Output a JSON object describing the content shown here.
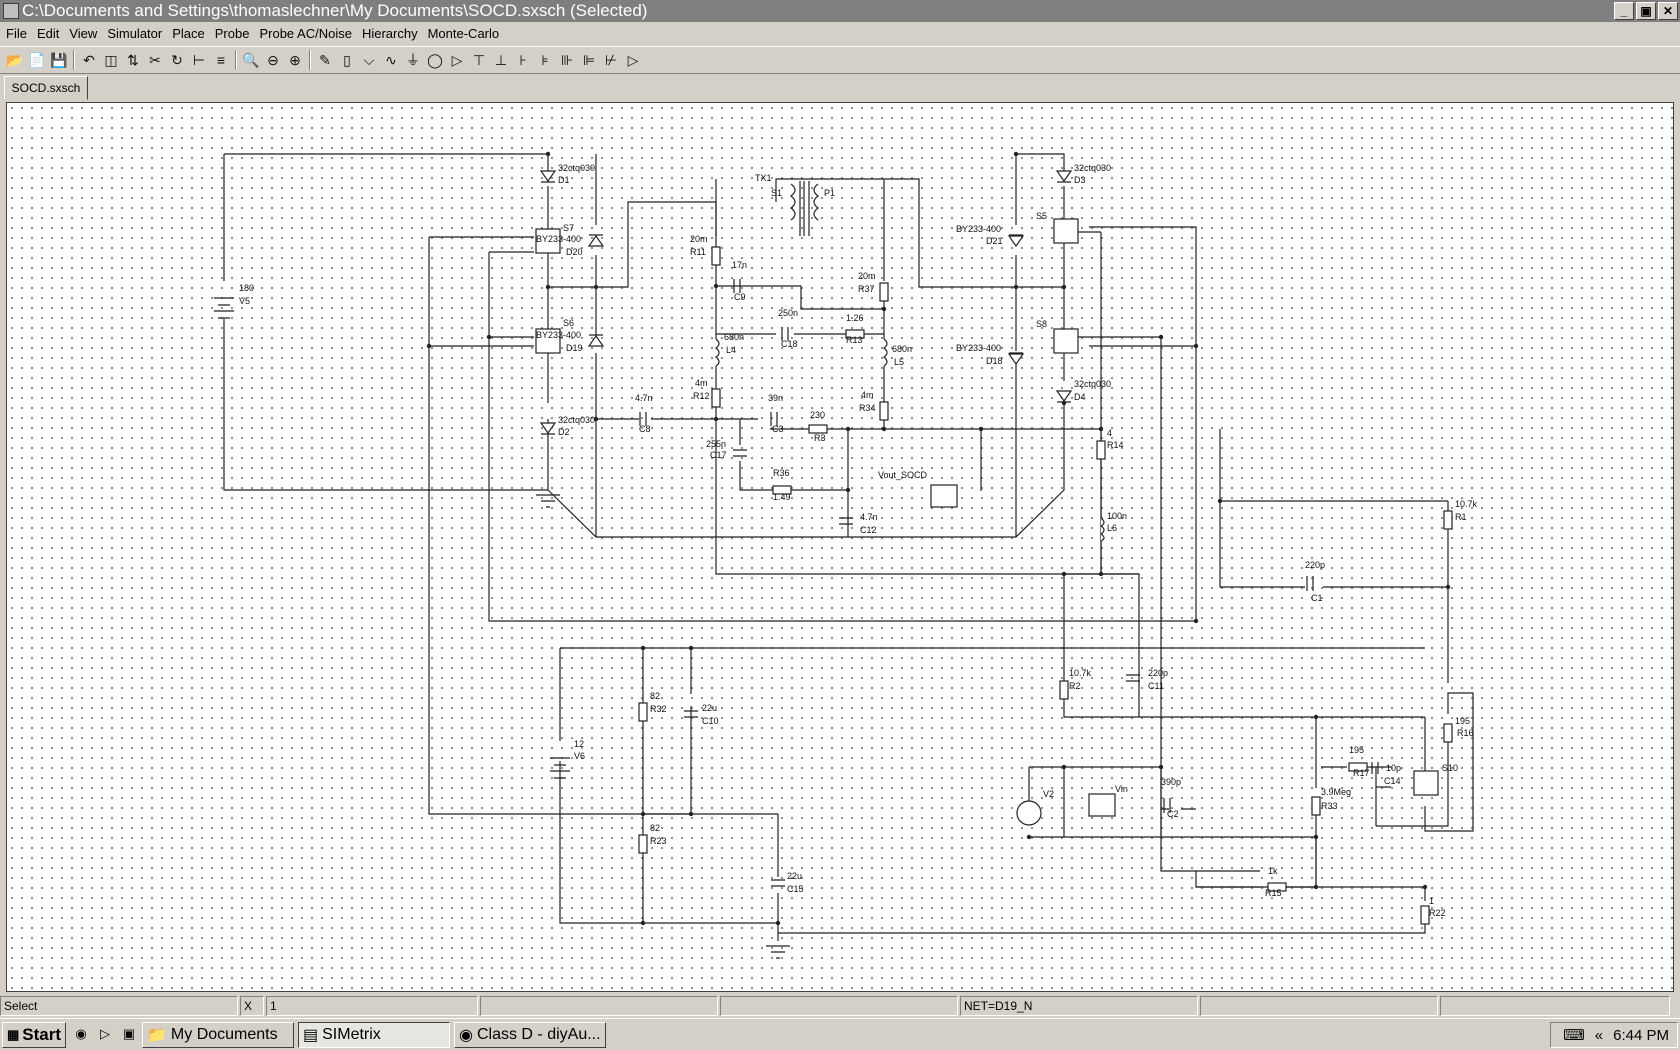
{
  "window": {
    "title": "C:\\Documents and Settings\\thomaslechner\\My Documents\\SOCD.sxsch (Selected)",
    "buttons": [
      "_",
      "▣",
      "✕"
    ]
  },
  "menu": [
    "File",
    "Edit",
    "View",
    "Simulator",
    "Place",
    "Probe",
    "Probe AC/Noise",
    "Hierarchy",
    "Monte-Carlo"
  ],
  "toolbar_icons": [
    "open-icon",
    "new-icon",
    "save-icon",
    "undo-icon",
    "mirror-icon",
    "flip-icon",
    "cut-icon",
    "rotate-icon",
    "wire-icon",
    "bus-icon",
    "zoom-full-icon",
    "zoom-out-icon",
    "zoom-in-icon",
    "pen-icon",
    "resistor-icon",
    "capacitor-icon",
    "inductor-icon",
    "ground-icon",
    "source-icon",
    "diode-icon",
    "npn-icon",
    "pnp-icon",
    "nmos-icon",
    "pmos-icon",
    "opamp-icon"
  ],
  "tab": "SOCD.sxsch",
  "schematic_labels": [
    "32ctq030",
    "D1",
    "32ctq030",
    "D3",
    "TX1",
    "S1",
    "P1",
    "S7",
    "BY233-400",
    "D20",
    "20m",
    "R11",
    "17n",
    "C9",
    "20m",
    "R37",
    "BY233-400",
    "D21",
    "S5",
    "180",
    "V5",
    "250n",
    "C18",
    "1.26",
    "R13",
    "S6",
    "BY233-400",
    "D19",
    "680n",
    "L4",
    "680n",
    "L5",
    "S8",
    "BY233-400",
    "D18",
    "4m",
    "R12",
    "4m",
    "R34",
    "32ctq030",
    "D4",
    "4.7n",
    "C8",
    "39n",
    "C3",
    "230",
    "R3",
    "32ctq030",
    "D2",
    "255n",
    "C17",
    "4",
    "R14",
    "Vout_SOCD",
    "R36",
    "1.49",
    "4.7n",
    "C12",
    "100n",
    "L6",
    "10.7k",
    "R1",
    "220p",
    "C1",
    "82",
    "R32",
    "22u",
    "C10",
    "10.7k",
    "R2",
    "220p",
    "C11",
    "195",
    "R16",
    "12",
    "V6",
    "195",
    "R17",
    "10p",
    "C14",
    "S10",
    "V2",
    "Vin",
    "390p",
    "C2",
    "3.9Meg",
    "R33",
    "82",
    "R23",
    "22u",
    "C15",
    "1k",
    "R15",
    "1",
    "R22"
  ],
  "status": {
    "mode": "Select",
    "x_label": "X",
    "x_value": "1",
    "net": "NET=D19_N"
  },
  "taskbar": {
    "start": "Start",
    "quicklaunch": [
      "ie-icon",
      "media-icon",
      "desktop-icon"
    ],
    "tasks": [
      "My Documents",
      "SIMetrix",
      "Class D - diyAu..."
    ],
    "clock": "6:44 PM",
    "chevron": "«"
  }
}
